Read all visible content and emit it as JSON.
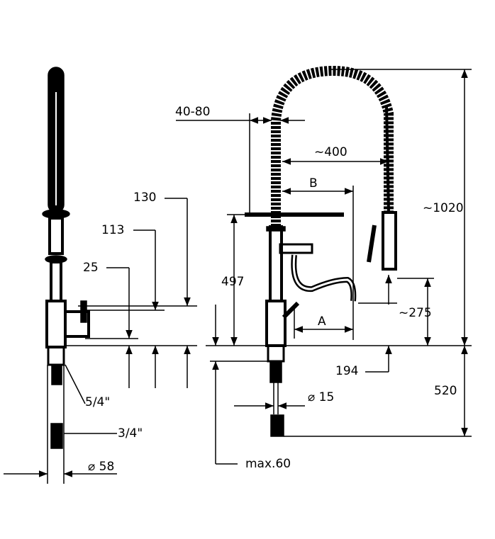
{
  "labels": {
    "d40_80": "40-80",
    "d130": "130",
    "d113": "113",
    "d25": "25",
    "d5_4": "5/4\"",
    "d3_4": "3/4\"",
    "d58": "⌀ 58",
    "d400": "~400",
    "dB": "B",
    "d497": "497",
    "dA": "A",
    "d1020": "~1020",
    "d275": "~275",
    "d194": "194",
    "d520": "520",
    "d15": "⌀ 15",
    "dmax60": "max.60"
  }
}
